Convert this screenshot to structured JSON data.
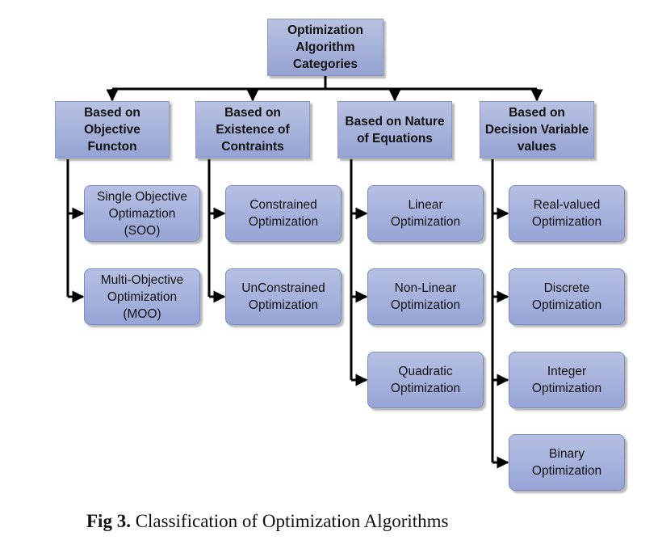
{
  "diagram": {
    "root": "Optimization\nAlgorithm\nCategories",
    "categories": [
      {
        "label": "Based on\nObjective\nFuncton",
        "items": [
          "Single Objective\nOptimaztion\n(SOO)",
          "Multi-Objective\nOptimization\n(MOO)"
        ]
      },
      {
        "label": "Based on\nExistence of\nContraints",
        "items": [
          "Constrained\nOptimization",
          "UnConstrained\nOptimization"
        ]
      },
      {
        "label": "Based on Nature\nof Equations",
        "items": [
          "Linear\nOptimization",
          "Non-Linear\nOptimization",
          "Quadratic\nOptimization"
        ]
      },
      {
        "label": "Based on\nDecision Variable\nvalues",
        "items": [
          "Real-valued\nOptimization",
          "Discrete\nOptimization",
          "Integer\nOptimization",
          "Binary\nOptimization"
        ]
      }
    ]
  },
  "caption": {
    "label": "Fig 3.",
    "text": " Classification of Optimization Algorithms"
  },
  "colors": {
    "box_fill": "#a5b0dc",
    "box_border": "#8b96c2",
    "connector": "#000000"
  }
}
